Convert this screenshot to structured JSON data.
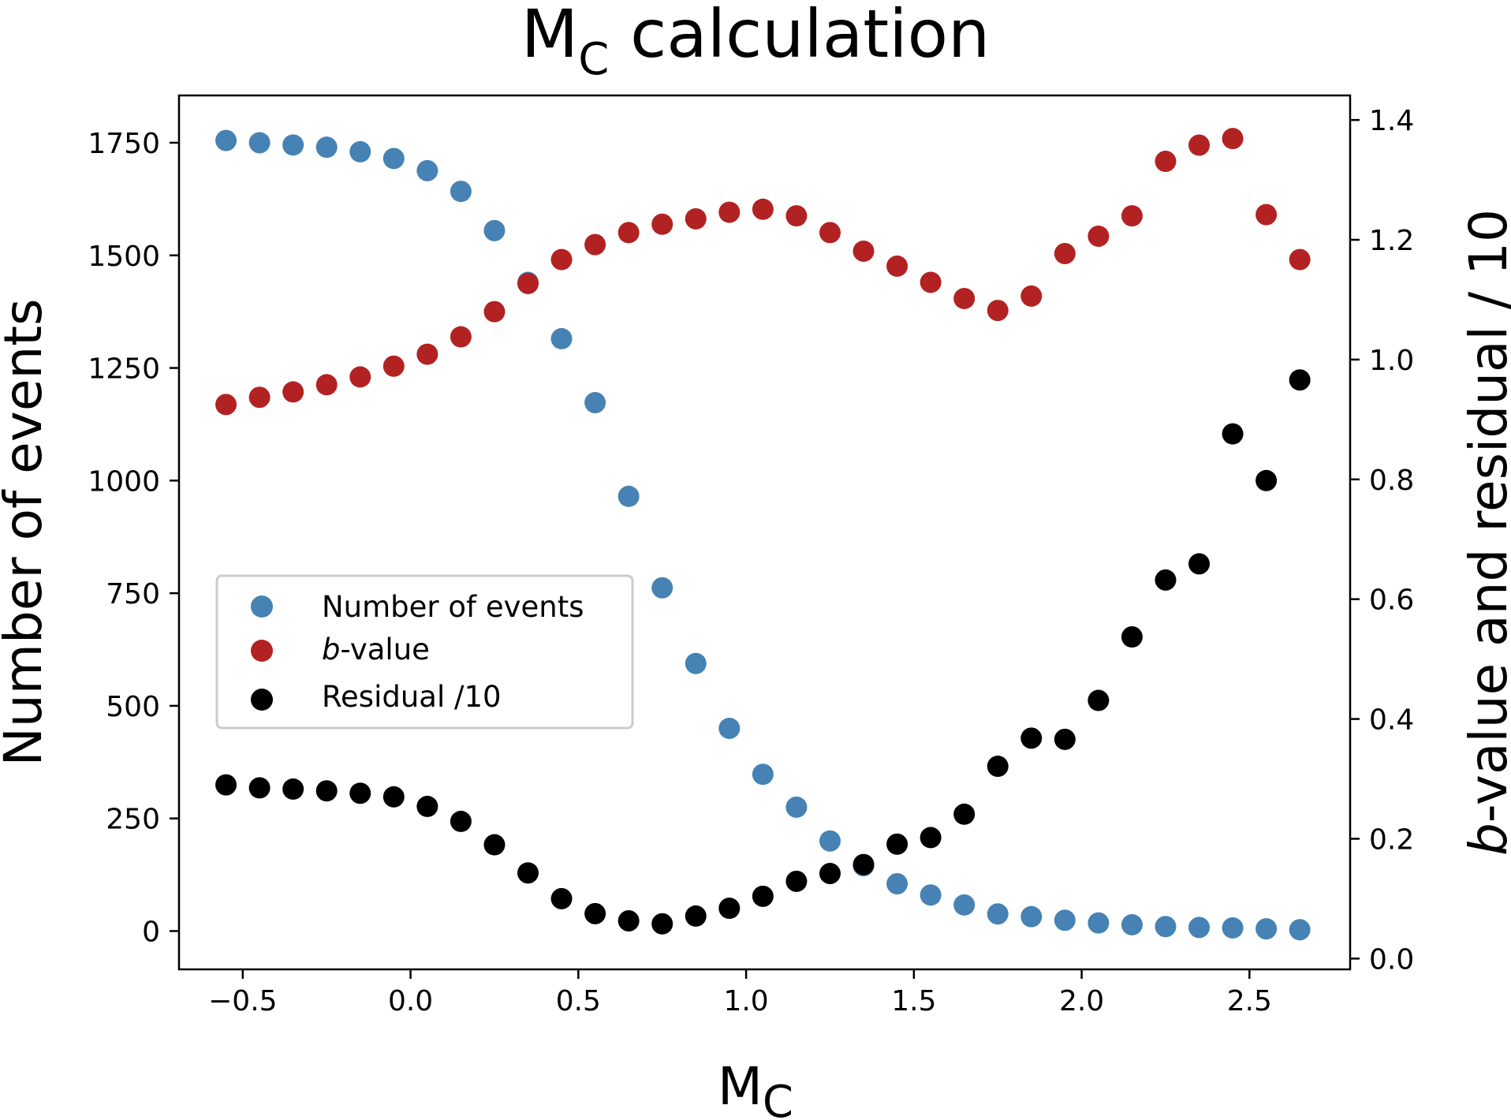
{
  "chart_data": {
    "type": "scatter",
    "title": {
      "main": "M",
      "sub": "C",
      "rest": " calculation"
    },
    "xlabel": {
      "main": "M",
      "sub": "C"
    },
    "ylabel_left": "Number of events",
    "ylabel_right": {
      "italic": "b",
      "rest": "-value and residual / 10"
    },
    "xlim": [
      -0.69,
      2.8
    ],
    "ylim_left": [
      -85,
      1855
    ],
    "ylim_right": [
      -0.018,
      1.441
    ],
    "xticks": [
      -0.5,
      0.0,
      0.5,
      1.0,
      1.5,
      2.0,
      2.5
    ],
    "xtick_labels": [
      "−0.5",
      "0.0",
      "0.5",
      "1.0",
      "1.5",
      "2.0",
      "2.5"
    ],
    "yticks_left": [
      0,
      250,
      500,
      750,
      1000,
      1250,
      1500,
      1750
    ],
    "ytick_labels_left": [
      "0",
      "250",
      "500",
      "750",
      "1000",
      "1250",
      "1500",
      "1750"
    ],
    "yticks_right": [
      0.0,
      0.2,
      0.4,
      0.6,
      0.8,
      1.0,
      1.2,
      1.4
    ],
    "ytick_labels_right": [
      "0.0",
      "0.2",
      "0.4",
      "0.6",
      "0.8",
      "1.0",
      "1.2",
      "1.4"
    ],
    "grid": false,
    "legend_placement": "center-left",
    "x": [
      -0.55,
      -0.45,
      -0.35,
      -0.25,
      -0.15,
      -0.05,
      0.05,
      0.15,
      0.25,
      0.35,
      0.45,
      0.55,
      0.65,
      0.75,
      0.85,
      0.95,
      1.05,
      1.15,
      1.25,
      1.35,
      1.45,
      1.55,
      1.65,
      1.75,
      1.85,
      1.95,
      2.05,
      2.15,
      2.25,
      2.35,
      2.45,
      2.55,
      2.65
    ],
    "series": [
      {
        "name": "Number of events",
        "axis": "left",
        "color": "#4682b4",
        "values": [
          1755,
          1750,
          1745,
          1740,
          1730,
          1715,
          1688,
          1642,
          1555,
          1440,
          1315,
          1173,
          965,
          762,
          594,
          450,
          348,
          275,
          200,
          145,
          105,
          80,
          58,
          38,
          32,
          24,
          18,
          14,
          10,
          8,
          7,
          5,
          3
        ]
      },
      {
        "name": "b-value",
        "name_italic": "b",
        "name_rest": "-value",
        "axis": "right",
        "color": "#b22222",
        "values": [
          0.925,
          0.937,
          0.946,
          0.958,
          0.971,
          0.989,
          1.009,
          1.038,
          1.08,
          1.127,
          1.167,
          1.192,
          1.212,
          1.226,
          1.235,
          1.246,
          1.251,
          1.24,
          1.212,
          1.181,
          1.156,
          1.129,
          1.102,
          1.082,
          1.106,
          1.177,
          1.206,
          1.24,
          1.331,
          1.358,
          1.369,
          1.242,
          1.167
        ]
      },
      {
        "name": "Residual /10",
        "axis": "right",
        "color": "#000000",
        "values": [
          0.29,
          0.285,
          0.283,
          0.28,
          0.276,
          0.27,
          0.254,
          0.229,
          0.19,
          0.143,
          0.1,
          0.075,
          0.063,
          0.058,
          0.071,
          0.084,
          0.104,
          0.129,
          0.142,
          0.157,
          0.191,
          0.202,
          0.241,
          0.321,
          0.368,
          0.366,
          0.431,
          0.537,
          0.632,
          0.659,
          0.876,
          0.798,
          0.966
        ]
      }
    ]
  }
}
